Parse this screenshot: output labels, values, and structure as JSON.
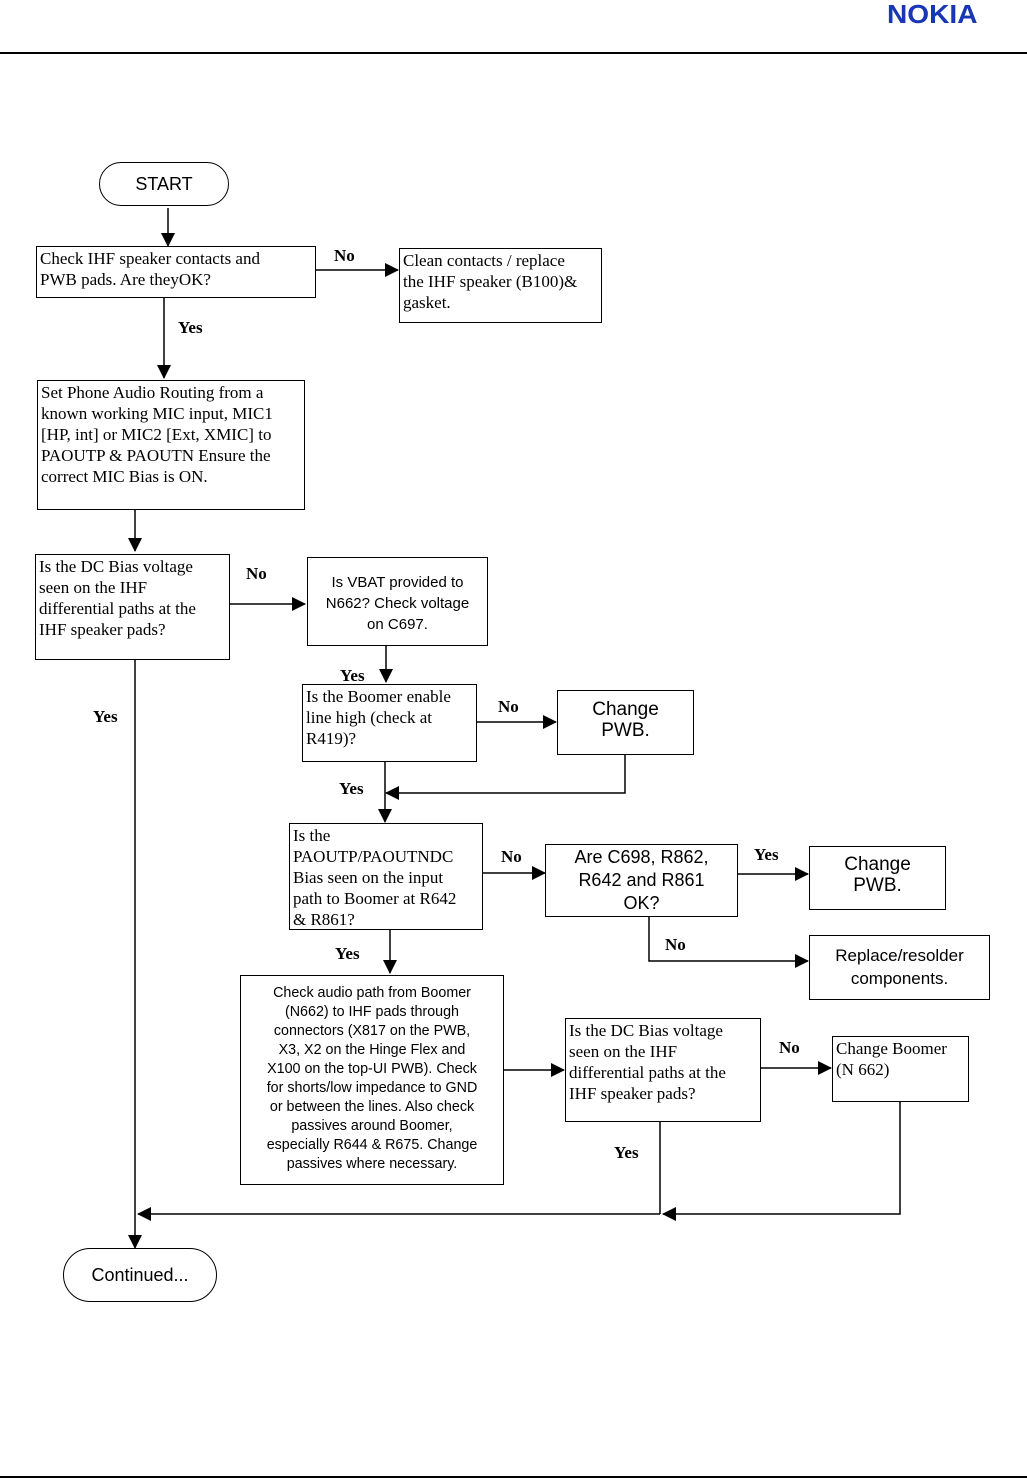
{
  "header": {
    "logo_text": "NOKIA",
    "logo_color": "#1836b6"
  },
  "flowchart": {
    "start": "START",
    "end": "Continued...",
    "steps": {
      "check_contacts": "Check IHF speaker contacts and\nPWB pads. Are theyOK?",
      "clean_contacts": "Clean contacts / replace\nthe IHF speaker (B100)&\ngasket.",
      "set_routing": "Set Phone Audio Routing from a\nknown working MIC input, MIC1\n[HP, int] or MIC2 [Ext, XMIC] to\nPAOUTP & PAOUTN Ensure the\ncorrect MIC Bias is ON.",
      "dc_bias_1": "Is the DC Bias voltage\nseen on the IHF\ndifferential paths at the\nIHF speaker pads?",
      "vbat": "Is VBAT provided to\nN662? Check voltage\non C697.",
      "boomer_enable": "Is the Boomer enable\nline high (check at\n R419)?",
      "change_pwb_1": "Change\n PWB.",
      "paout_bias": "Is the\nPAOUTP/PAOUTNDC\nBias seen on the input\npath to Boomer at R642\n& R861?",
      "are_c698": "Are C698, R862,\nR642 and R861\nOK?",
      "change_pwb_2": "Change\n PWB.",
      "replace_resolder": "Replace/resolder\ncomponents.",
      "check_audio_path": "Check audio path from Boomer\n(N662) to IHF pads through\nconnectors (X817 on the PWB,\nX3, X2 on the Hinge Flex and\nX100 on the top-UI PWB). Check\nfor shorts/low impedance to GND\nor between the lines. Also check\npassives around Boomer,\nespecially R644 & R675. Change\npassives where necessary.",
      "dc_bias_2": "Is the DC Bias voltage\nseen on the IHF\ndifferential paths at the\nIHF speaker pads?",
      "change_boomer": "Change Boomer\n(N 662)"
    },
    "labels": {
      "no_1": "No",
      "yes_1": "Yes",
      "no_2": "No",
      "yes_2": "Yes",
      "yes_3": "Yes",
      "no_3": "No",
      "yes_4": "Yes",
      "no_4": "No",
      "yes_5": "Yes",
      "yes_6": "Yes",
      "no_5": "No",
      "no_6": "No",
      "yes_7": "Yes"
    }
  }
}
